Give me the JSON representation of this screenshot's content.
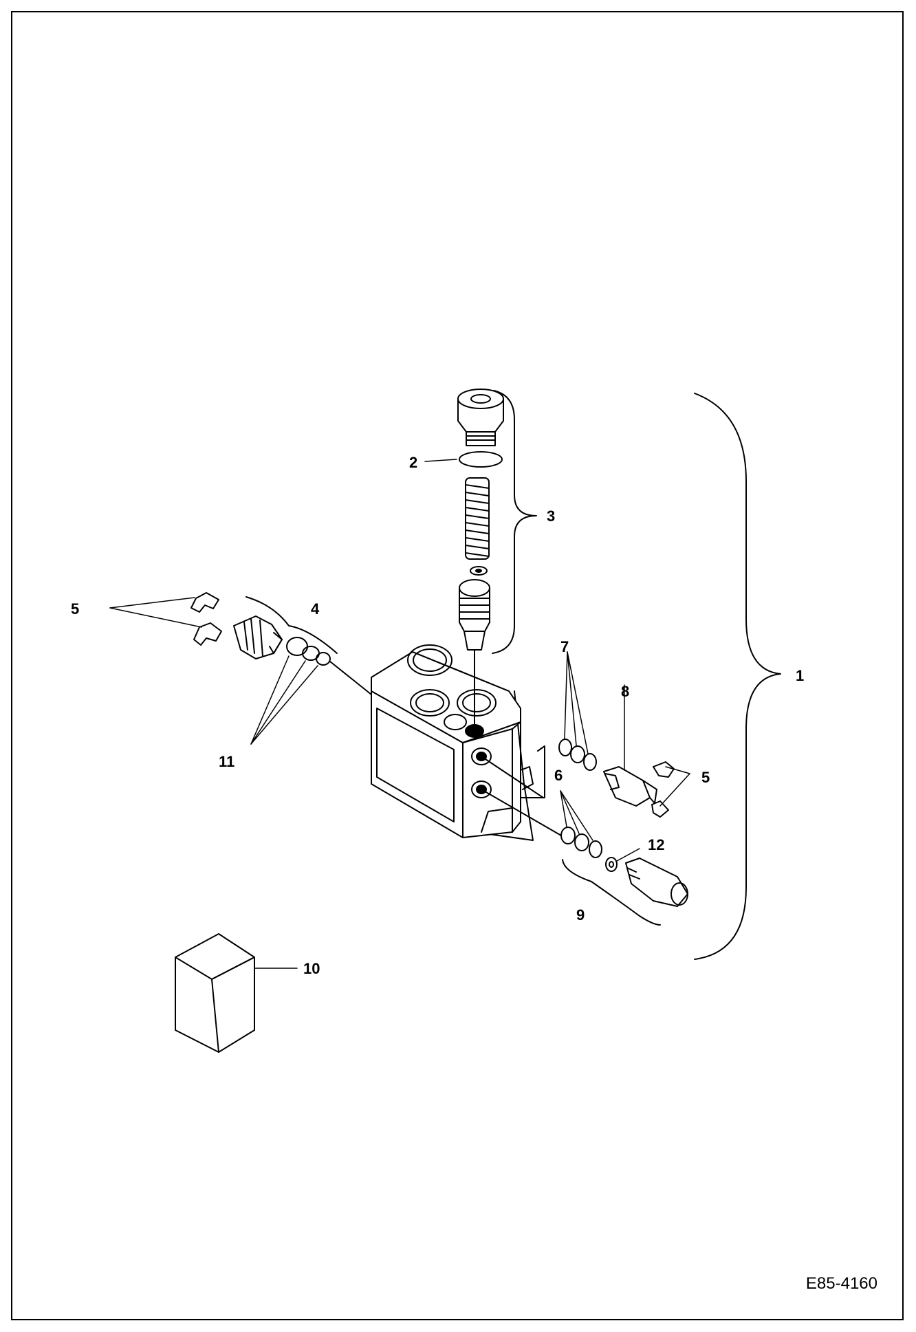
{
  "drawing": {
    "id": "E85-4160",
    "colors": {
      "line": "#000000",
      "background": "#ffffff",
      "fill": "#ffffff"
    },
    "callouts": {
      "c1": "1",
      "c2": "2",
      "c3": "3",
      "c4": "4",
      "c5a": "5",
      "c5b": "5",
      "c6": "6",
      "c7": "7",
      "c8": "8",
      "c9": "9",
      "c10": "10",
      "c11": "11",
      "c12": "12"
    }
  }
}
